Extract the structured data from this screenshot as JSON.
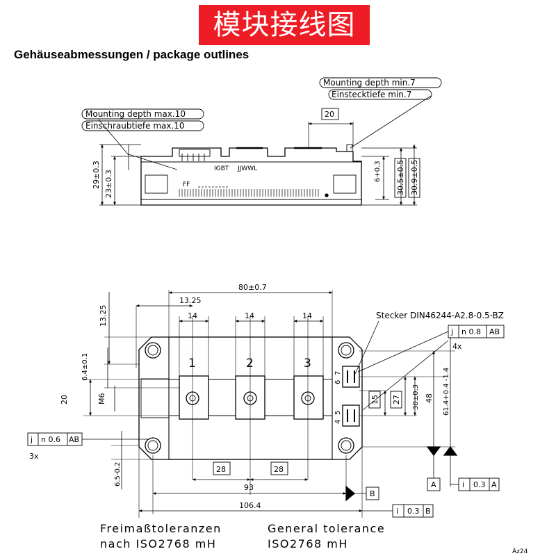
{
  "banner_title": "模块接线图",
  "subtitle": "Gehäuseabmessungen / package outlines",
  "side_view": {
    "mounting_depth_max": "Mounting depth max.10",
    "einschraubtiefe_max": "Einschraubtiefe max.10",
    "mounting_depth_min": "Mounting depth min.7",
    "einstecktiefe_min": "Einstecktiefe min.7",
    "dim_20": "20",
    "dim_29": "29±0.3",
    "dim_23": "23±0.3",
    "dim_6": "6+0.3",
    "dim_30_5": "30.5±0.5",
    "dim_30_9": "30.9±0.5",
    "label_igbt": "IGBT",
    "label_jjwwl": "JJWWL",
    "label_ff": "FF"
  },
  "top_view": {
    "dim_80": "80±0.7",
    "dim_13_25_h": "13.25",
    "dim_13_25_v": "13.25",
    "dim_14_a": "14",
    "dim_14_b": "14",
    "dim_14_c": "14",
    "stecker": "Stecker DIN46244-A2.8-0.5-BZ",
    "tol_j": "j",
    "tol_n08": "n 0.8",
    "tol_ab": "AB",
    "count_4x": "4x",
    "dim_6_4": "6.4±0.1",
    "dim_20": "20",
    "label_m6": "M6",
    "terminal_1": "1",
    "terminal_2": "2",
    "terminal_3": "3",
    "pin_7": "7",
    "pin_6": "6",
    "pin_5": "5",
    "pin_4": "4",
    "dim_15": "15",
    "dim_27": "27",
    "dim_30": "30±0.3",
    "dim_48": "48",
    "dim_61_4": "61.4+0.4 -1.4",
    "tol_j2": "j",
    "tol_n06": "n 0.6",
    "tol_ab2": "AB",
    "count_3x": "3x",
    "dim_6_5": "6.5-0.2",
    "dim_28_a": "28",
    "dim_28_b": "28",
    "dim_93": "93",
    "dim_106_4": "106.4",
    "datum_a": "A",
    "datum_b": "B",
    "tol_i_a": "i",
    "tol_03_a": "0.3",
    "tol_ref_a": "A",
    "tol_i_b": "i",
    "tol_03_b": "0.3",
    "tol_ref_b": "B"
  },
  "footer": {
    "freimass": "Freimaßtoleranzen",
    "nach": "nach ISO2768 mH",
    "general": "General tolerance",
    "iso": "ISO2768 mH",
    "az": "Äz24"
  }
}
